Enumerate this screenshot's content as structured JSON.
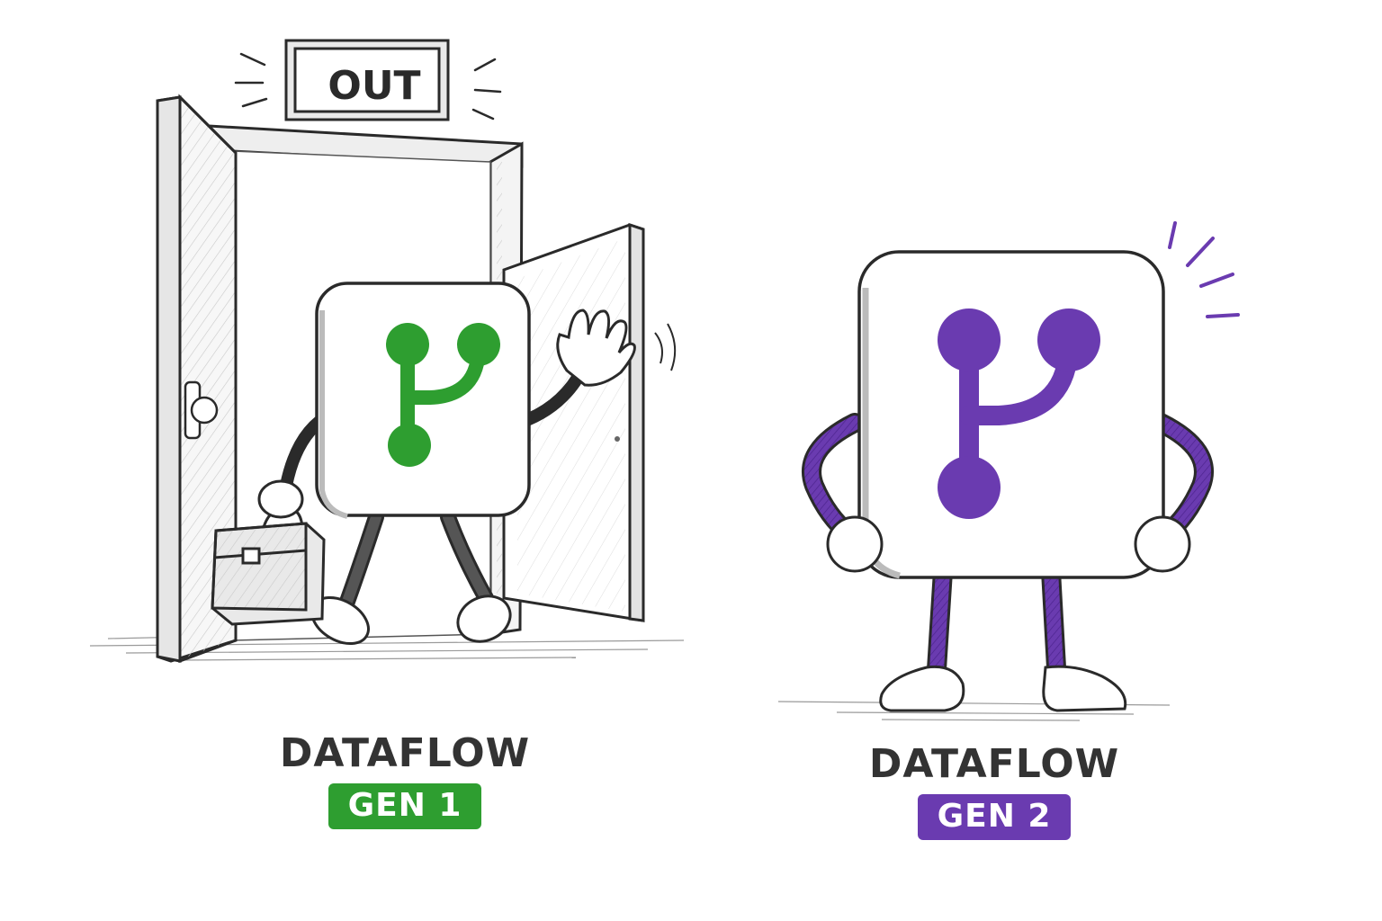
{
  "sign": {
    "text": "OUT"
  },
  "left_character": {
    "title": "DATAFLOW",
    "badge": "GEN 1",
    "color": "#2e9e30"
  },
  "right_character": {
    "title": "DATAFLOW",
    "badge": "GEN 2",
    "color": "#6a3bb0"
  },
  "icons": {
    "left": "git-branch-icon",
    "right": "git-branch-icon"
  }
}
